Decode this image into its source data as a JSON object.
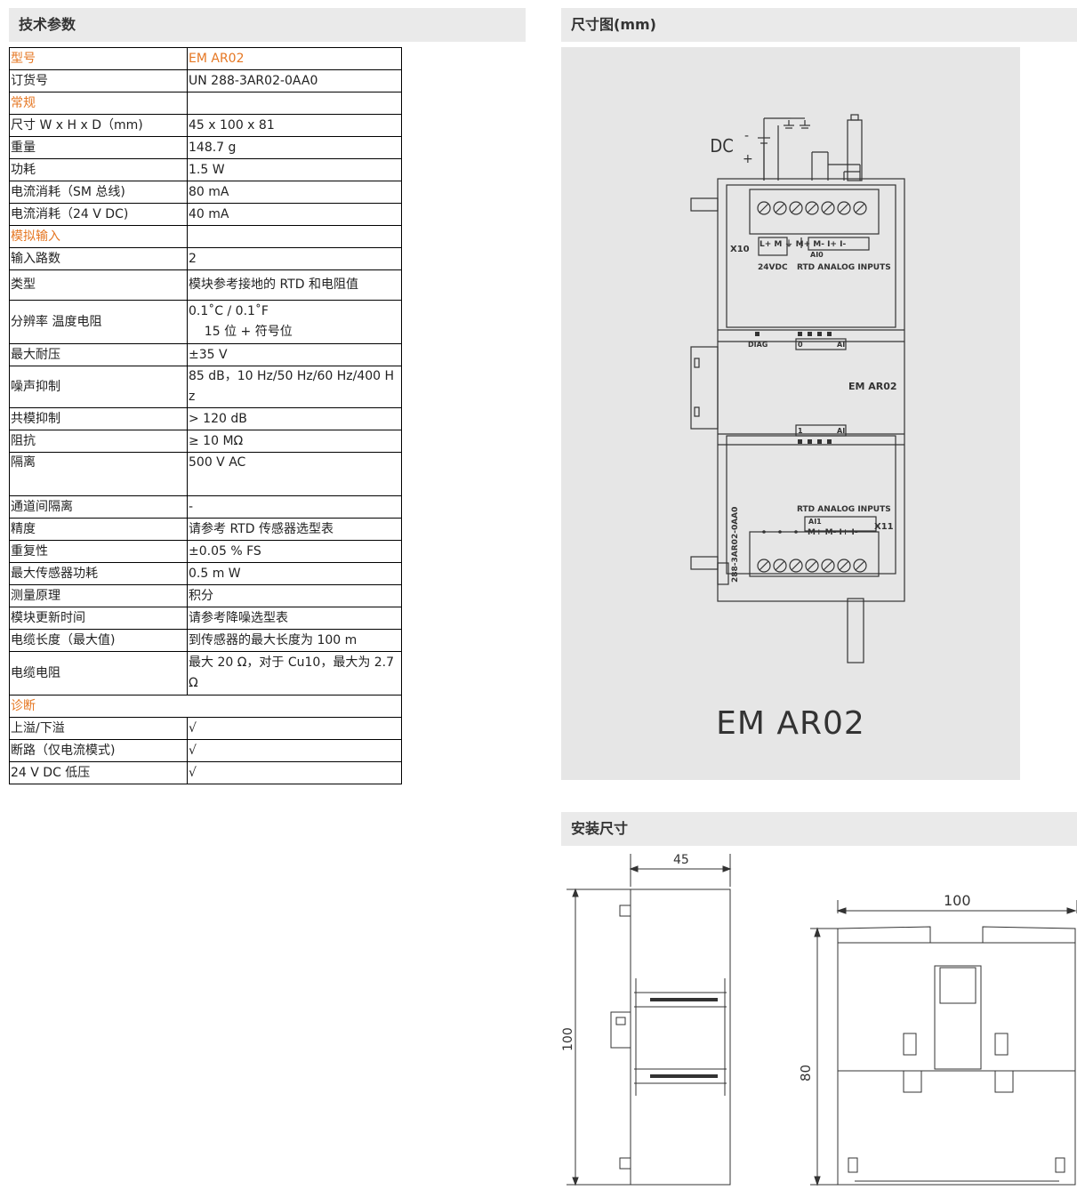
{
  "left_header": "技术参数",
  "spec_rows": [
    {
      "k": "型号",
      "v": "EM AR02",
      "type": "sec"
    },
    {
      "k": "订货号",
      "v": "UN 288-3AR02-0AA0"
    },
    {
      "k": "常规",
      "v": "",
      "type": "sec"
    },
    {
      "k": "尺寸 W x H x D（mm)",
      "v": "45 x 100 x 81"
    },
    {
      "k": "重量",
      "v": "148.7 g"
    },
    {
      "k": "功耗",
      "v": "1.5 W"
    },
    {
      "k": "电流消耗（SM 总线)",
      "v": "80 mA"
    },
    {
      "k": "电流消耗（24 V DC)",
      "v": "40 mA"
    },
    {
      "k": "模拟输入",
      "v": "",
      "type": "sec"
    },
    {
      "k": "输入路数",
      "v": "2"
    },
    {
      "k": "类型",
      "v": "模块参考接地的 RTD 和电阻值",
      "h": 34
    },
    {
      "k": "分辨率 温度电阻",
      "v": "0.1˚C / 0.1˚F",
      "v2": "    15 位 + 符号位",
      "h": 49
    },
    {
      "k": "最大耐压",
      "v": "±35 V"
    },
    {
      "k": "噪声抑制",
      "v": "85 dB，10 Hz/50 Hz/60 Hz/400 Hz"
    },
    {
      "k": "共模抑制",
      "v": "> 120 dB"
    },
    {
      "k": "阻抗",
      "v": "≥ 10 MΩ"
    },
    {
      "k": "隔离",
      "v": "500 V AC",
      "h": 49,
      "top": true
    },
    {
      "k": "通道间隔离",
      "v": " -"
    },
    {
      "k": "精度",
      "v": "请参考 RTD 传感器选型表"
    },
    {
      "k": "重复性",
      "v": "±0.05 % FS"
    },
    {
      "k": "最大传感器功耗",
      "v": "0.5 m W"
    },
    {
      "k": "测量原理",
      "v": "积分"
    },
    {
      "k": "模块更新时间",
      "v": "请参考降噪选型表"
    },
    {
      "k": "电缆长度（最大值)",
      "v": "到传感器的最大长度为 100 m"
    },
    {
      "k": "电缆电阻",
      "v": "最大 20 Ω，对于 Cu10，最大为 2.7 Ω",
      "h": 49
    },
    {
      "k": " 诊断",
      "v": "",
      "type": "secfull"
    },
    {
      "k": "上溢/下溢",
      "v": "√"
    },
    {
      "k": "断路（仅电流模式)",
      "v": "√"
    },
    {
      "k": "24 V DC 低压",
      "v": "√"
    }
  ],
  "right_header_dim": "尺寸图(mm)",
  "right_header_mount": "安装尺寸",
  "module_drawing": {
    "model_name": "EM AR02",
    "dc_label": "DC",
    "minus": "-",
    "plus": "+",
    "x10": "X10",
    "x11": "X11",
    "top_terminals": "L+  M   ⏚  M+  M-   I+   I-",
    "ai0": "AI0",
    "supply": "24VDC",
    "rtd_inputs_top": "RTD ANALOG INPUTS",
    "rtd_inputs_bottom": "RTD ANALOG INPUTS",
    "ai1": "AI1",
    "bottom_terminals": "M+  M-   I+   I-",
    "diag": "DIAG",
    "zero": "0",
    "one": "1",
    "ai": "AI",
    "front_label": "EM  AR02",
    "order_no": "288-3AR02-0AA0"
  },
  "mount_drawing": {
    "width_dim": "45",
    "height_dim": "100",
    "length_dim": "100",
    "depth_dim": "80"
  }
}
